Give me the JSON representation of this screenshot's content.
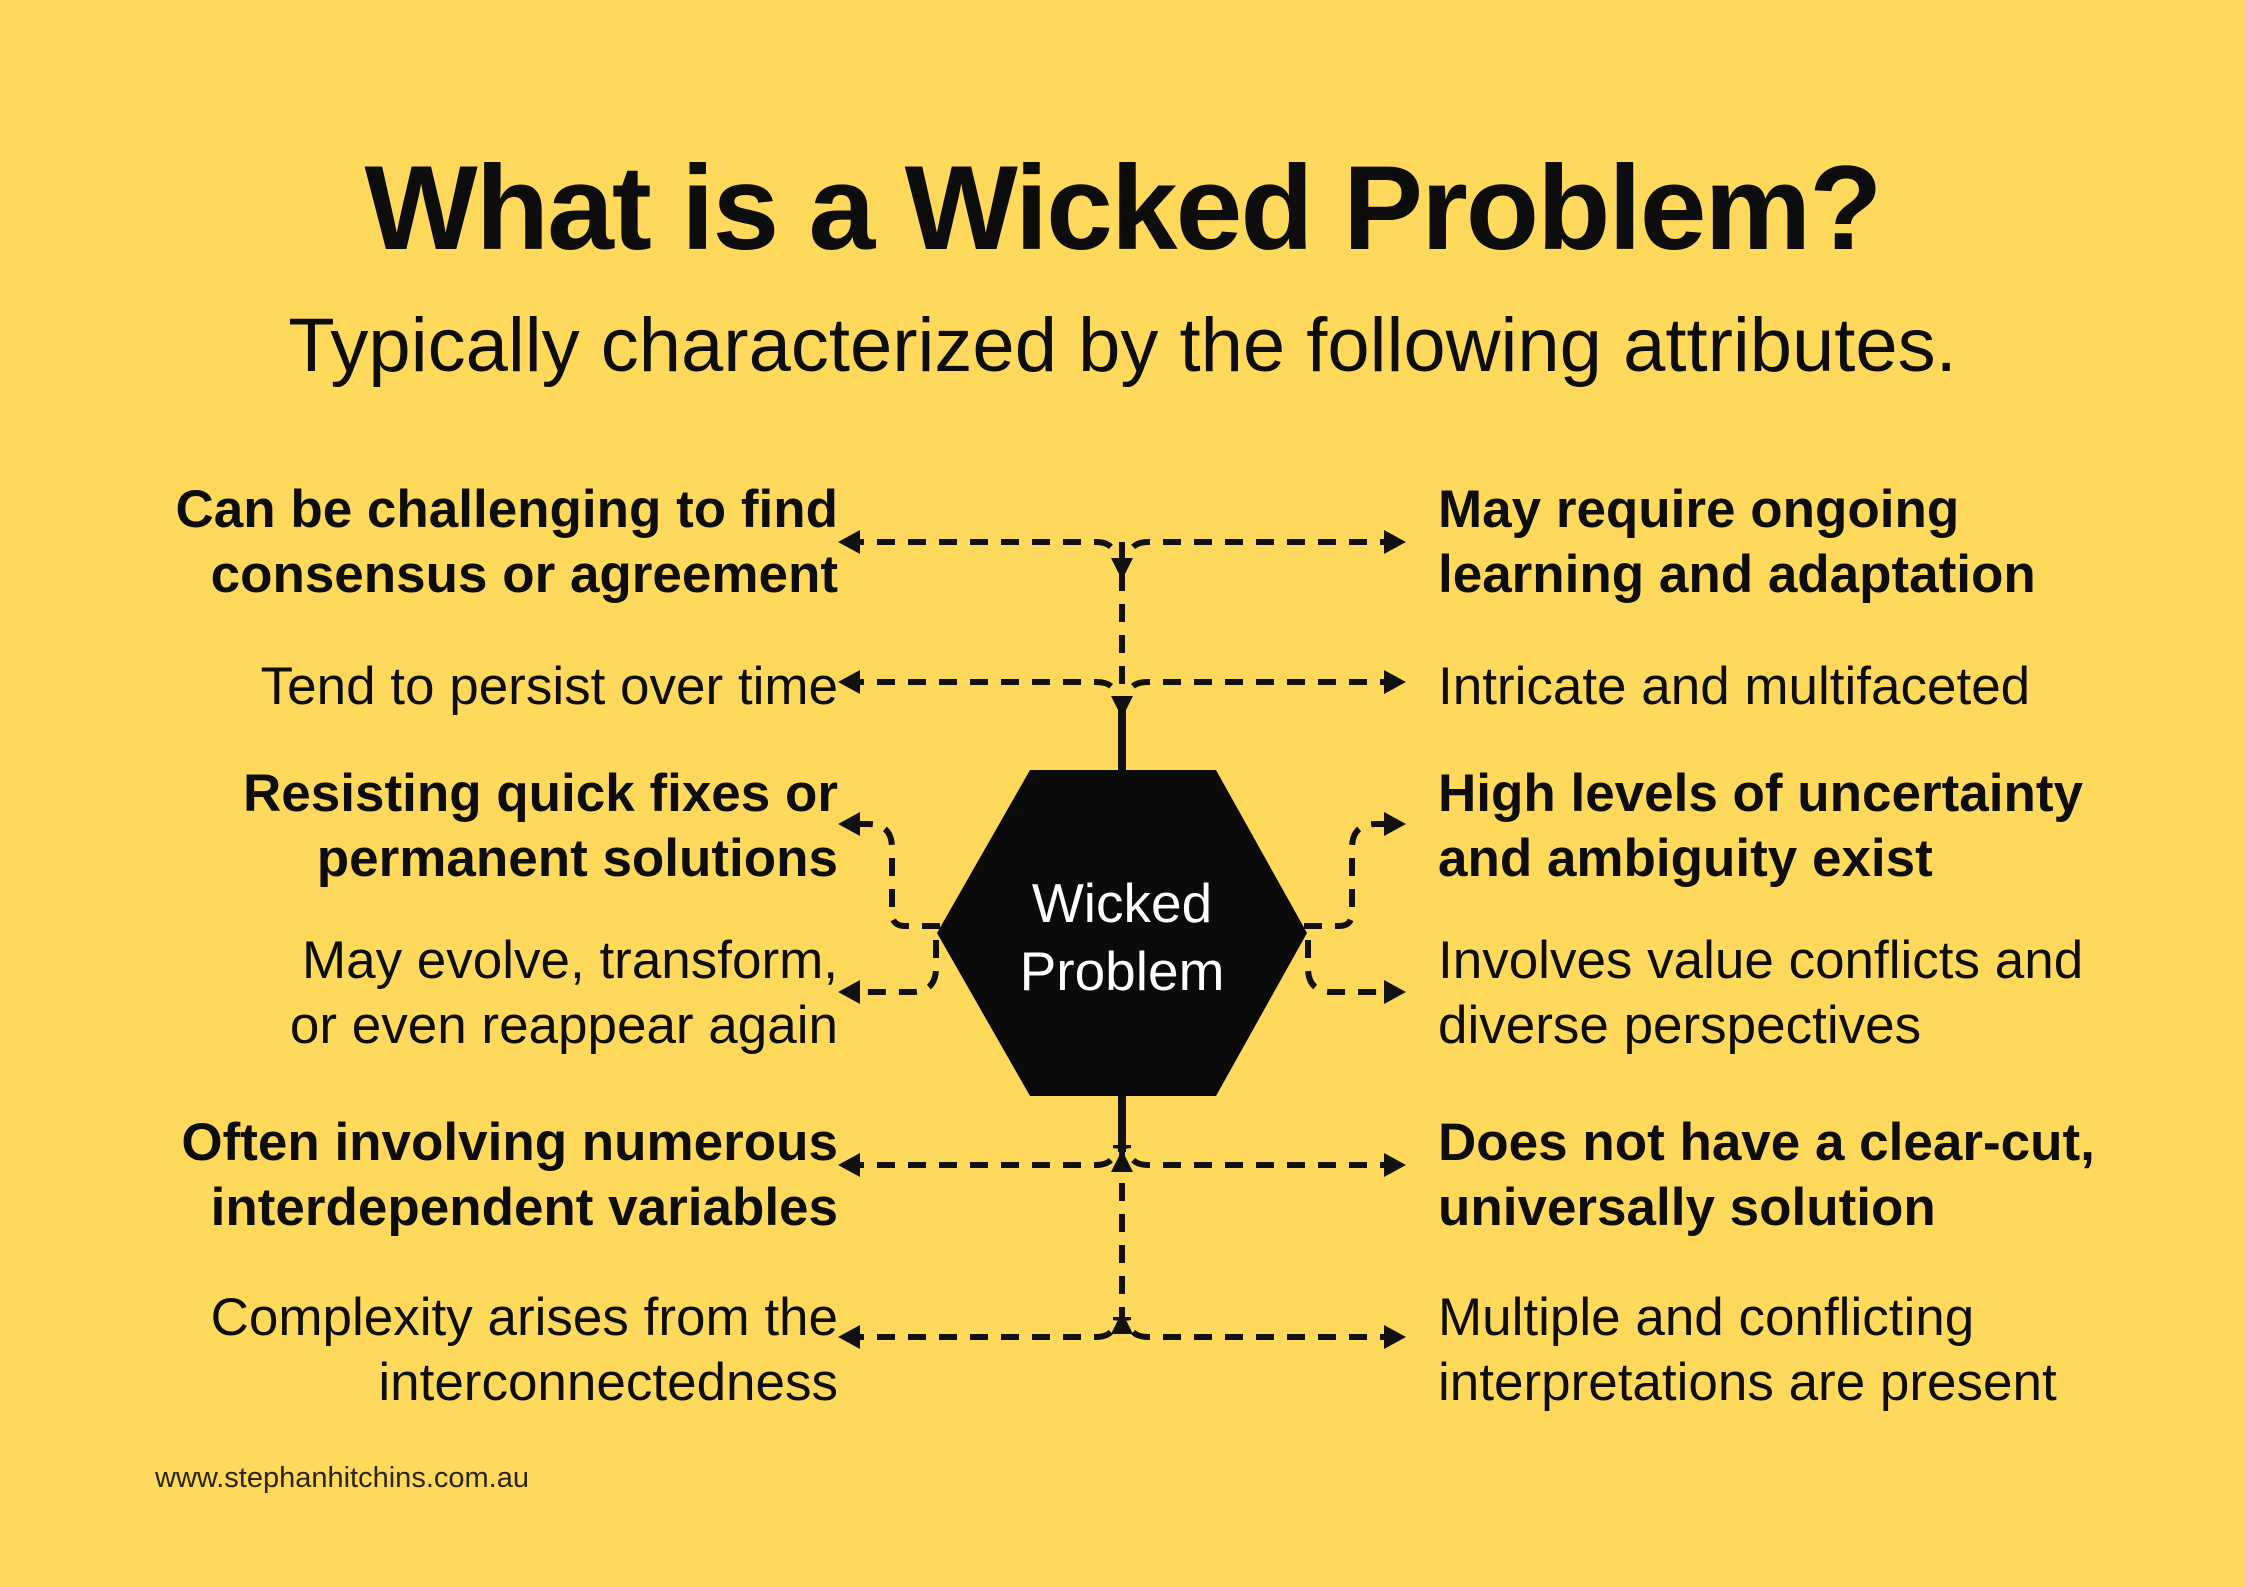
{
  "title": "What is a Wicked Problem?",
  "subtitle": "Typically characterized by the following attributes.",
  "hexagon": {
    "line1": "Wicked",
    "line2": "Problem"
  },
  "left_attributes": [
    {
      "lines": [
        "Can be challenging to find",
        "consensus or agreement"
      ],
      "emphasis": "bold"
    },
    {
      "lines": [
        "Tend to persist over time"
      ],
      "emphasis": "regular"
    },
    {
      "lines": [
        "Resisting quick fixes or",
        "permanent solutions"
      ],
      "emphasis": "bold"
    },
    {
      "lines": [
        "May evolve, transform,",
        "or even reappear again"
      ],
      "emphasis": "regular"
    },
    {
      "lines": [
        "Often involving numerous",
        "interdependent variables"
      ],
      "emphasis": "bold"
    },
    {
      "lines": [
        "Complexity arises from the",
        "interconnectedness"
      ],
      "emphasis": "regular"
    }
  ],
  "right_attributes": [
    {
      "lines": [
        "May require ongoing",
        "learning and adaptation"
      ],
      "emphasis": "bold"
    },
    {
      "lines": [
        "Intricate and multifaceted"
      ],
      "emphasis": "regular"
    },
    {
      "lines": [
        "High levels of uncertainty",
        "and ambiguity exist"
      ],
      "emphasis": "bold"
    },
    {
      "lines": [
        "Involves value conflicts and",
        "diverse perspectives"
      ],
      "emphasis": "regular"
    },
    {
      "lines": [
        "Does not have a clear-cut,",
        "universally solution"
      ],
      "emphasis": "bold"
    },
    {
      "lines": [
        "Multiple and conflicting",
        "interpretations are present"
      ],
      "emphasis": "regular"
    }
  ],
  "footer": "www.stephanhitchins.com.au",
  "colors": {
    "background": "#FFD95C",
    "text": "#0D0D0D",
    "connector": "#111111",
    "hexagon_fill": "#0B0B0B",
    "hexagon_text": "#FFFFFF"
  }
}
